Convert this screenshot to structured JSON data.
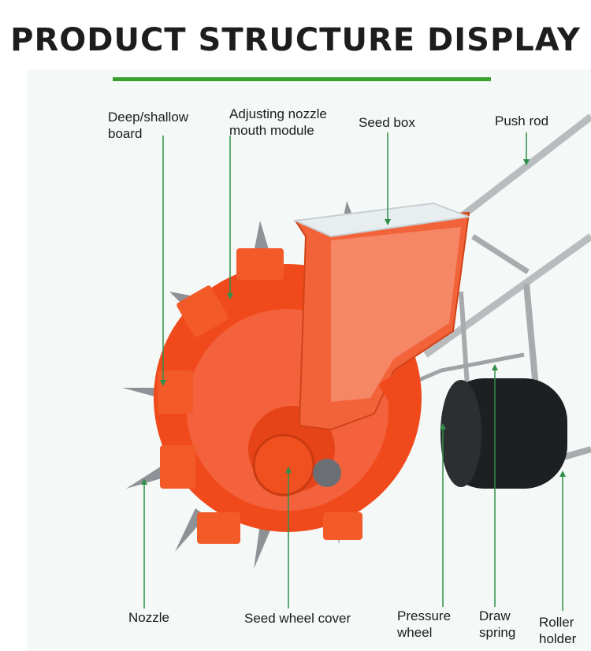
{
  "title": "PRODUCT STRUCTURE DISPLAY",
  "labels": {
    "deep_shallow_1": "Deep/shallow",
    "deep_shallow_2": "board",
    "nozzle_module_1": "Adjusting nozzle",
    "nozzle_module_2": "mouth module",
    "seed_box": "Seed box",
    "push_rod": "Push rod",
    "nozzle": "Nozzle",
    "seed_wheel_cover": "Seed wheel cover",
    "pressure_1": "Pressure",
    "pressure_2": "wheel",
    "draw_1": "Draw",
    "draw_2": "spring",
    "roller_1": "Roller",
    "roller_2": "holder"
  },
  "colors": {
    "accent_green": "#3aa02c",
    "leader_green": "#2f8f4a",
    "body_orange": "#f04a1c",
    "roller_black": "#1e1f22",
    "metal": "#b9bcbf"
  }
}
